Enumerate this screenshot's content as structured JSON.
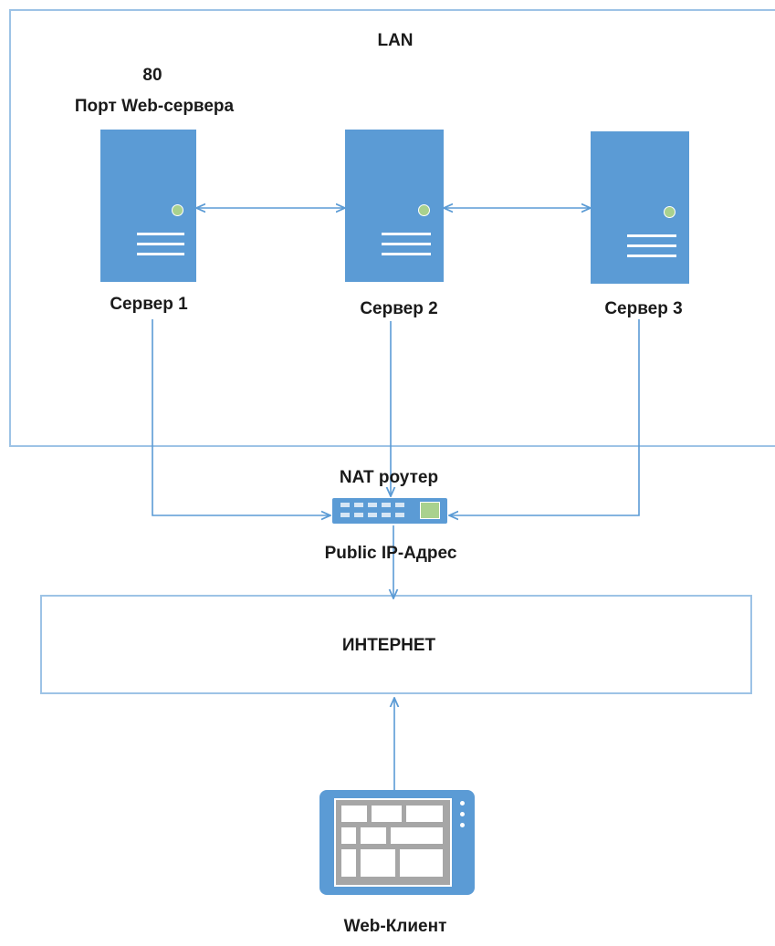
{
  "lan": {
    "label": "LAN"
  },
  "port": {
    "number": "80",
    "caption": "Порт Web-сервера"
  },
  "servers": [
    {
      "label": "Сервер 1"
    },
    {
      "label": "Сервер 2"
    },
    {
      "label": "Сервер 3"
    }
  ],
  "router": {
    "label": "NAT роутер",
    "ip_label": "Public IP-Адрес"
  },
  "internet": {
    "label": "ИНТЕРНЕТ"
  },
  "client": {
    "label": "Web-Клиент"
  },
  "colors": {
    "device": "#5b9bd5",
    "frame": "#9dc3e6",
    "led": "#a9d18e",
    "screen": "#a6a6a6"
  }
}
